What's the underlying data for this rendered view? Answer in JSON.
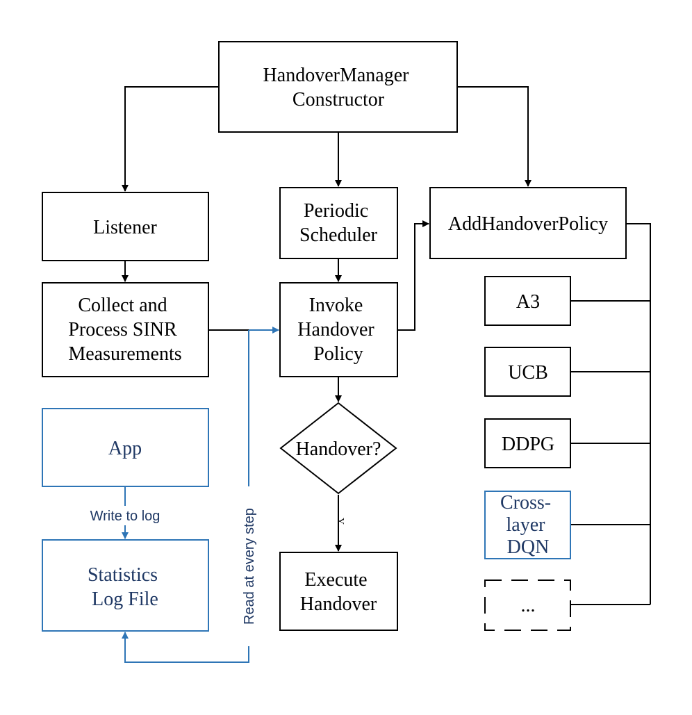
{
  "nodes": {
    "constructor": [
      "HandoverManager",
      "Constructor"
    ],
    "listener": [
      "Listener"
    ],
    "scheduler": [
      "Periodic",
      "Scheduler"
    ],
    "add_policy": [
      "AddHandoverPolicy"
    ],
    "collect": [
      "Collect and",
      "Process SINR",
      "Measurements"
    ],
    "invoke": [
      "Invoke",
      "Handover",
      "Policy"
    ],
    "decision": [
      "Handover?"
    ],
    "execute": [
      "Execute",
      "Handover"
    ],
    "app": [
      "App"
    ],
    "stats": [
      "Statistics",
      "Log File"
    ],
    "policies": {
      "a3": [
        "A3"
      ],
      "ucb": [
        "UCB"
      ],
      "ddpg": [
        "DDPG"
      ],
      "dqn": [
        "Cross-",
        "layer",
        "DQN"
      ],
      "more": [
        "..."
      ]
    }
  },
  "edge_labels": {
    "write_log": "Write to log",
    "read_step": "Read at every step",
    "yes_mark": "Y"
  },
  "colors": {
    "black": "#000000",
    "blue_line": "#2e75b6",
    "blue_text": "#1f3864"
  }
}
